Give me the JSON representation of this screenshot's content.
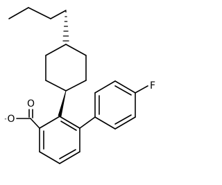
{
  "diagram": {
    "type": "chemical-structure",
    "atoms": {
      "fluorine": "F",
      "carbonyl_oxygen": "O",
      "anion_oxygen": "O",
      "anion_charge": "-"
    },
    "colors": {
      "bond": "#000000",
      "label": "#000000",
      "background": "#ffffff"
    }
  }
}
